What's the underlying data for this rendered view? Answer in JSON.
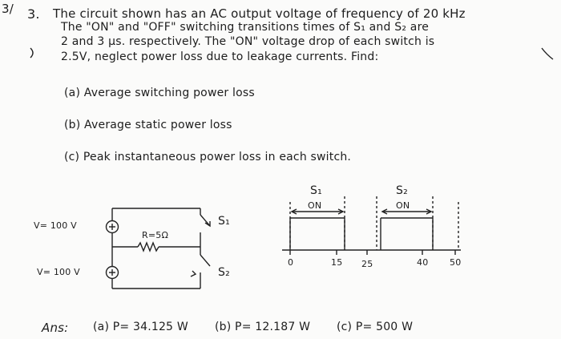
{
  "problem": {
    "corner_mark": "3/",
    "number": "3.",
    "lines": [
      "The circuit shown has an AC output voltage of frequency of 20 kHz",
      "The \"ON\" and \"OFF\" switching transitions times of S₁ and S₂ are",
      "2 and 3 μs. respectively. The \"ON\" voltage drop of each switch is",
      "2.5V, neglect power loss due to leakage currents. Find:"
    ],
    "parts": [
      "(a) Average switching power loss",
      "(b) Average static power loss",
      "(c) Peak instantaneous power loss in each switch."
    ]
  },
  "circuit": {
    "v_top": "V= 100 V",
    "v_bottom": "V= 100 V",
    "resistor": "R=5Ω",
    "s1": "S₁",
    "s2": "S₂"
  },
  "timing": {
    "s1_label": "S₁",
    "s2_label": "S₂",
    "on1": "ON",
    "on2": "ON",
    "ticks": [
      "0",
      "15",
      "25",
      "40",
      "50"
    ]
  },
  "answer": {
    "label": "Ans:",
    "a": "(a) P= 34.125 W",
    "b": "(b) P= 12.187 W",
    "c": "(c) P= 500 W"
  }
}
